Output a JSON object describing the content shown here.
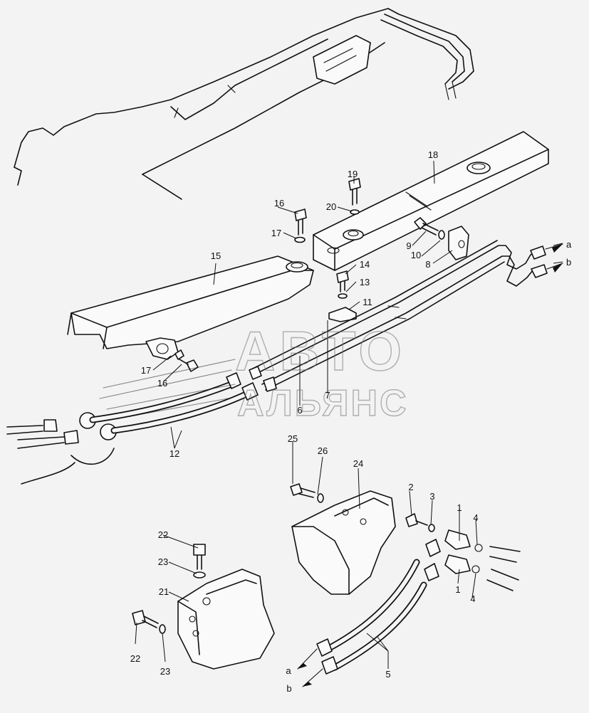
{
  "watermark": {
    "line1": "АВТО",
    "line2": "АЛЬЯНС"
  },
  "callouts": [
    "1",
    "1",
    "2",
    "3",
    "4",
    "4",
    "5",
    "6",
    "7",
    "8",
    "9",
    "10",
    "11",
    "12",
    "13",
    "14",
    "15",
    "16",
    "16",
    "17",
    "17",
    "18",
    "19",
    "20",
    "21",
    "22",
    "22",
    "23",
    "23",
    "24",
    "25",
    "26"
  ],
  "connection_letters": [
    "a",
    "b",
    "a",
    "b"
  ]
}
